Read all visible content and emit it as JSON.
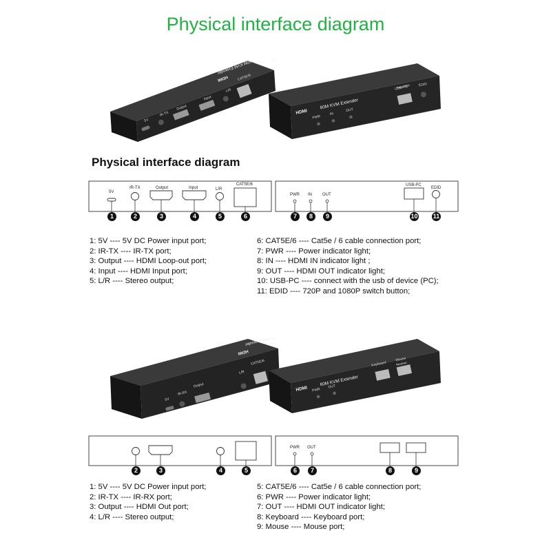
{
  "main_title": "Physical interface diagram",
  "section_title": "Physical interface diagram",
  "device_prints": {
    "brand": "HDMI",
    "model": "60M KVM Extender",
    "transmitter_word": "Transmitter",
    "receiver_word": "Receiver"
  },
  "transmitter": {
    "photo_ports": [
      "5V",
      "IR-TX",
      "Output",
      "Input",
      "L/R",
      "CAT5E/6"
    ],
    "photo_led_labels": [
      "PWR",
      "IN",
      "OUT"
    ],
    "photo_usb_label": "USB-PC",
    "photo_edid_label": "EDID",
    "panel_left_labels": [
      "5V",
      "IR-TX",
      "Output",
      "Input",
      "L/R",
      "CAT5E/6"
    ],
    "panel_right_labels": [
      "PWR",
      "IN",
      "OUT",
      "USB-PC",
      "EDID"
    ],
    "badges": [
      "1",
      "2",
      "3",
      "4",
      "5",
      "6",
      "7",
      "8",
      "9",
      "10",
      "11"
    ],
    "legend_left": [
      "1:  5V ---- 5V DC Power input port;",
      "2:  IR-TX ---- IR-TX port;",
      "3:  Output ---- HDMI Loop-out port;",
      "4:  Input ---- HDMI Input port;",
      "5:  L/R ---- Stereo output;"
    ],
    "legend_right": [
      "6:  CAT5E/6 ---- Cat5e / 6 cable connection port;",
      "7:  PWR ---- Power indicator light;",
      "8:  IN ---- HDMI IN indicator light ;",
      "9:  OUT ---- HDMI OUT indicator light;",
      "10:  USB-PC ---- connect with the usb of device (PC);",
      "11:  EDID ---- 720P and 1080P switch button;"
    ]
  },
  "receiver": {
    "photo_ports": [
      "5V",
      "IR-RX",
      "Output",
      "L/R",
      "CAT5E/6"
    ],
    "photo_led_labels": [
      "PWR",
      "OUT"
    ],
    "photo_usb_labels": [
      "Keyboard",
      "Mouse"
    ],
    "panel_right_labels": [
      "PWR",
      "OUT"
    ],
    "badges": [
      "2",
      "3",
      "4",
      "5",
      "6",
      "7",
      "8",
      "9"
    ],
    "legend_left": [
      "1:  5V ---- 5V DC Power input port;",
      "2:  IR-TX ---- IR-RX port;",
      "3:  Output ---- HDMI Out port;",
      "4:  L/R ---- Stereo output;"
    ],
    "legend_right": [
      "5:  CAT5E/6 ---- Cat5e / 6 cable connection port;",
      "6:  PWR ---- Power indicator light;",
      "7:  OUT ---- HDMI OUT indicator light;",
      "8:  Keyboard ---- Keyboard port;",
      "9:  Mouse ---- Mouse port;"
    ]
  },
  "colors": {
    "title_green": "#1fb341",
    "device_body": "#1e1e1e",
    "ink": "#111111"
  }
}
